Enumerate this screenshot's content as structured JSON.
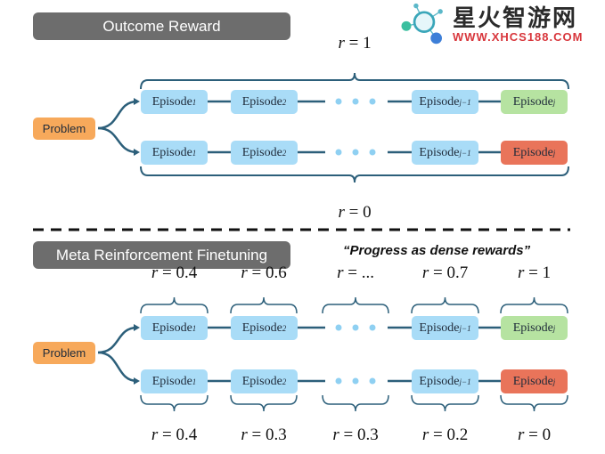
{
  "sections": [
    {
      "title": "Outcome Reward",
      "top_reward": "1",
      "bottom_reward": "0"
    },
    {
      "title": "Meta Reinforcement Finetuning",
      "quote": "“Progress as dense rewards”",
      "top_rewards": [
        "0.4",
        "0.6",
        "...",
        "0.7",
        "1"
      ],
      "bottom_rewards": [
        "0.4",
        "0.3",
        "0.3",
        "0.2",
        "0"
      ]
    }
  ],
  "problem_label": "Problem",
  "episode_label": "Episode",
  "subs": [
    "1",
    "2",
    "j−1",
    "j"
  ],
  "r_symbol": "r",
  "watermark": {
    "name": "星火智游网",
    "url": "WWW.XHCS188.COM"
  }
}
